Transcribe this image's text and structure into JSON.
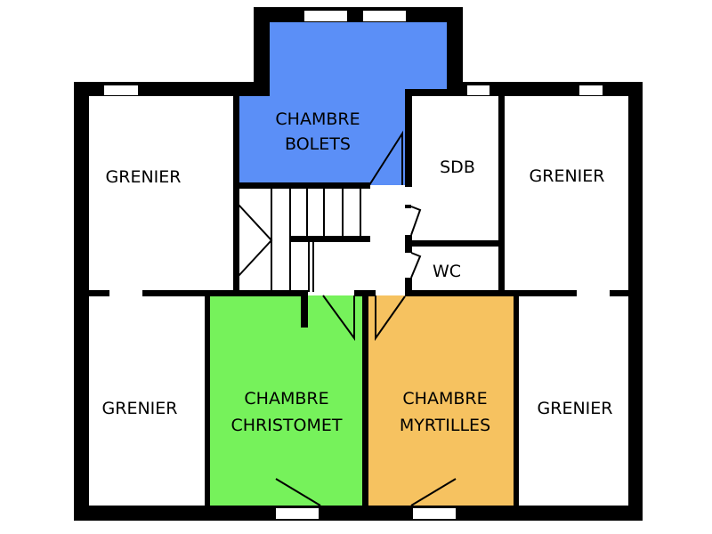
{
  "title": "Plan étage",
  "colors": {
    "wall": "#000000",
    "bolets": "#5b8ff7",
    "christomet": "#76f25b",
    "myrtilles": "#f6c260"
  },
  "rooms": {
    "bolets": [
      "CHAMBRE",
      "BOLETS"
    ],
    "christomet": [
      "CHAMBRE",
      "CHRISTOMET"
    ],
    "myrtilles": [
      "CHAMBRE",
      "MYRTILLES"
    ],
    "sdb": "SDB",
    "wc": "WC",
    "grenier_tl": "GRENIER",
    "grenier_tr": "GRENIER",
    "grenier_bl": "GRENIER",
    "grenier_br": "GRENIER"
  }
}
